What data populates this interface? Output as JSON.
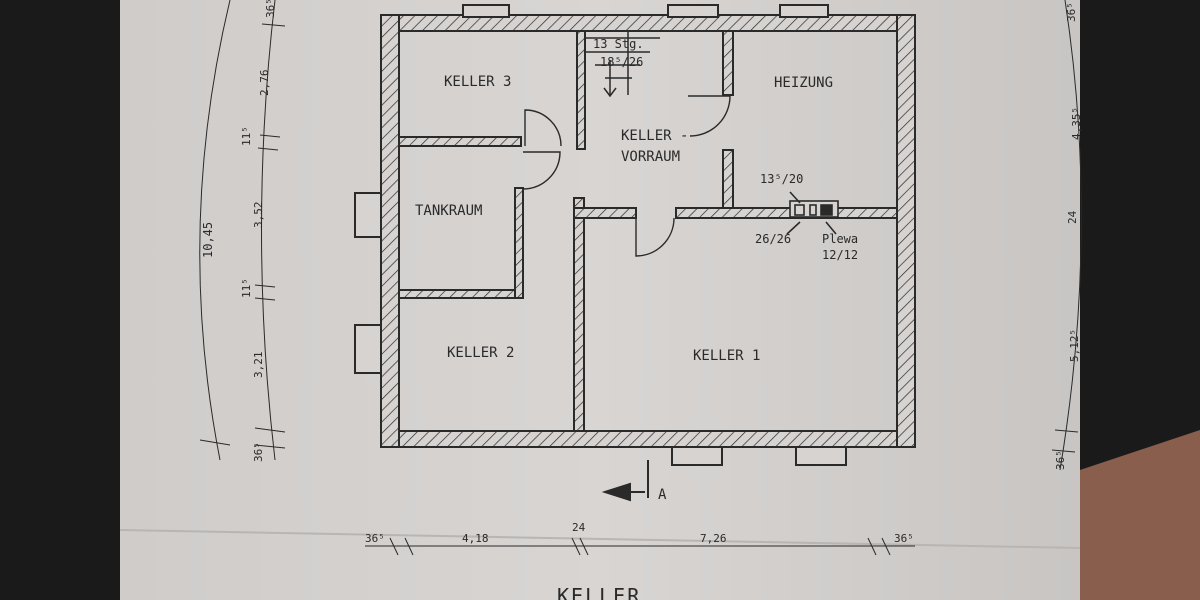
{
  "colors": {
    "background": "#1a1a1a",
    "paper": "#d6d3d1",
    "paper_shade": "#c9c6c4",
    "ink": "#2a2a2a",
    "table_edge": "#8a5e4c"
  },
  "plan": {
    "title": "KELLER",
    "section_marker": "A",
    "rooms": {
      "keller_3": "KELLER 3",
      "tankraum": "TANKRAUM",
      "keller_2": "KELLER 2",
      "heizung": "HEIZUNG",
      "keller_1": "KELLER 1",
      "keller_vorraum_line1": "KELLER -",
      "keller_vorraum_line2": "VORRAUM"
    },
    "stairs": {
      "steps": "13 Stg.",
      "ratio": "18⁵/26"
    },
    "chimney": {
      "top_label": "13⁵/20",
      "left_label": "26/26",
      "plewa_name": "Plewa",
      "plewa_size": "12/12"
    }
  },
  "dimensions": {
    "left_total": "10,45",
    "left_chain": [
      "36⁵",
      "2,76",
      "11⁵",
      "3,52",
      "11⁵",
      "3,21",
      "36⁵"
    ],
    "right_chain": [
      "36⁵",
      "4,35⁵",
      "24",
      "5,12⁵",
      "36⁵"
    ],
    "bottom_chain": [
      "36⁵",
      "4,18",
      "24",
      "7,26",
      "36⁵"
    ]
  }
}
